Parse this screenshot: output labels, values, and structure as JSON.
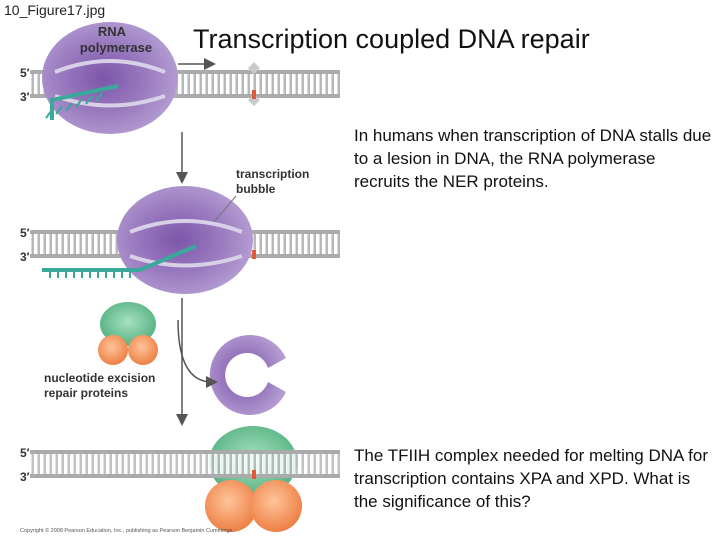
{
  "file_label": "10_Figure17.jpg",
  "title": "Transcription coupled DNA repair",
  "paragraphs": [
    "In humans when transcription of DNA stalls due to a lesion in DNA, the RNA polymerase recruits the NER proteins.",
    "The TFIIH complex needed for melting DNA for transcription contains XPA and XPD. What is the significance of this?"
  ],
  "figure": {
    "labels": {
      "rna_polymerase_line1": "RNA",
      "rna_polymerase_line2": "polymerase",
      "transcription_bubble_line1": "transcription",
      "transcription_bubble_line2": "bubble",
      "ner_line1": "nucleotide excision",
      "ner_line2": "repair proteins",
      "five_prime": "5′",
      "three_prime": "3′"
    },
    "colors": {
      "dna_strand": "#a9abad",
      "polymerase": "#a084c4",
      "polymerase_dark": "#6c4a98",
      "rna": "#3aa89a",
      "ner_green": "#5fbf8e",
      "ner_orange": "#f08a4e",
      "lesion": "#e05a3a"
    },
    "copyright": "Copyright © 2008 Pearson Education, Inc., publishing as Pearson Benjamin Cummings."
  }
}
